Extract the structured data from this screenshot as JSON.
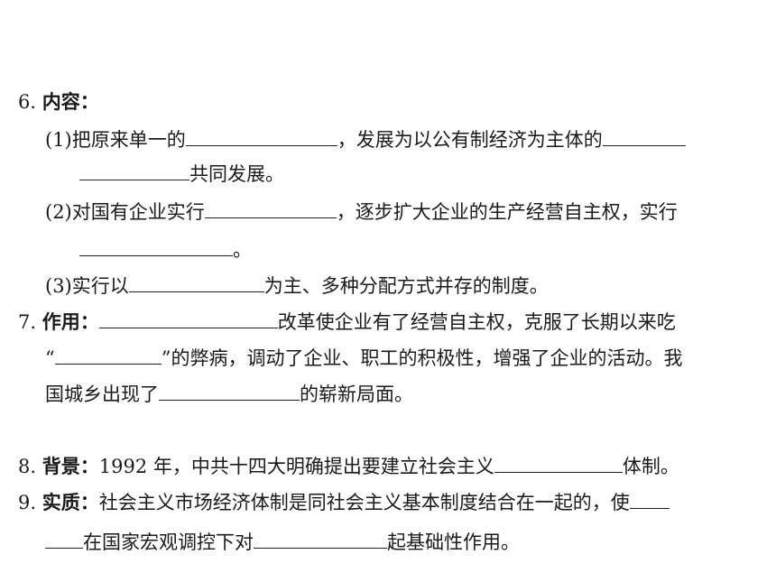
{
  "items": {
    "i6": {
      "num": "6.",
      "label": "内容："
    },
    "i6_1": {
      "a": "(1)把原来单一的",
      "b": "，发展为以公有制经济为主体的",
      "c": "共同发展。"
    },
    "i6_2": {
      "a": "(2)对国有企业实行",
      "b": "，逐步扩大企业的生产经营自主权，实行",
      "c": "。"
    },
    "i6_3": {
      "a": "(3)实行以",
      "b": "为主、多种分配方式并存的制度。"
    },
    "i7": {
      "num": "7.",
      "label": "作用：",
      "a": "改革使企业有了经营自主权，克服了长期以来吃",
      "b1": "“",
      "b2": "”的弊病，调动了企业、职工的积极性，增强了企业的活动。我",
      "c1": "国城乡出现了",
      "c2": "的崭新局面。"
    },
    "section3": {
      "title": "三、社会主义市场经济体制"
    },
    "i8": {
      "num": "8.",
      "label": "背景：",
      "a": "1992 年，中共十四大明确提出要建立社会主义",
      "b": "体制。"
    },
    "i9": {
      "num": "9.",
      "label": "实质：",
      "a": "社会主义市场经济体制是同社会主义基本制度结合在一起的，使",
      "b": "在国家宏观调控下对",
      "c": "起基础性作用。"
    }
  }
}
